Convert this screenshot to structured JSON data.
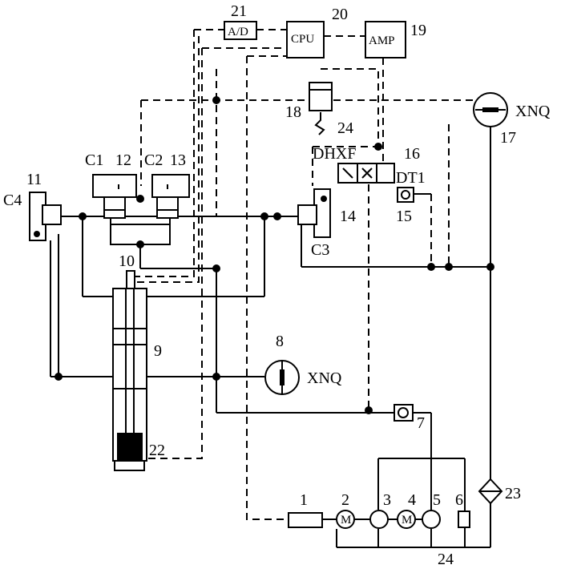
{
  "components": {
    "ad": "A/D",
    "cpu": "CPU",
    "amp": "AMP",
    "xnq_17": "XNQ",
    "xnq_8": "XNQ",
    "dhxf": "DHXF",
    "dt1": "DT1",
    "c1": "C1",
    "c2": "C2",
    "c3": "C3",
    "c4": "C4"
  },
  "numbers": {
    "n1": "1",
    "n2": "2",
    "n3": "3",
    "n4": "4",
    "n5": "5",
    "n6": "6",
    "n7": "7",
    "n8": "8",
    "n9": "9",
    "n10": "10",
    "n11": "11",
    "n12": "12",
    "n13": "13",
    "n14": "14",
    "n15": "15",
    "n16": "16",
    "n17": "17",
    "n18": "18",
    "n19": "19",
    "n20": "20",
    "n21": "21",
    "n22": "22",
    "n23": "23",
    "n24_top": "24",
    "n24_bottom": "24"
  }
}
